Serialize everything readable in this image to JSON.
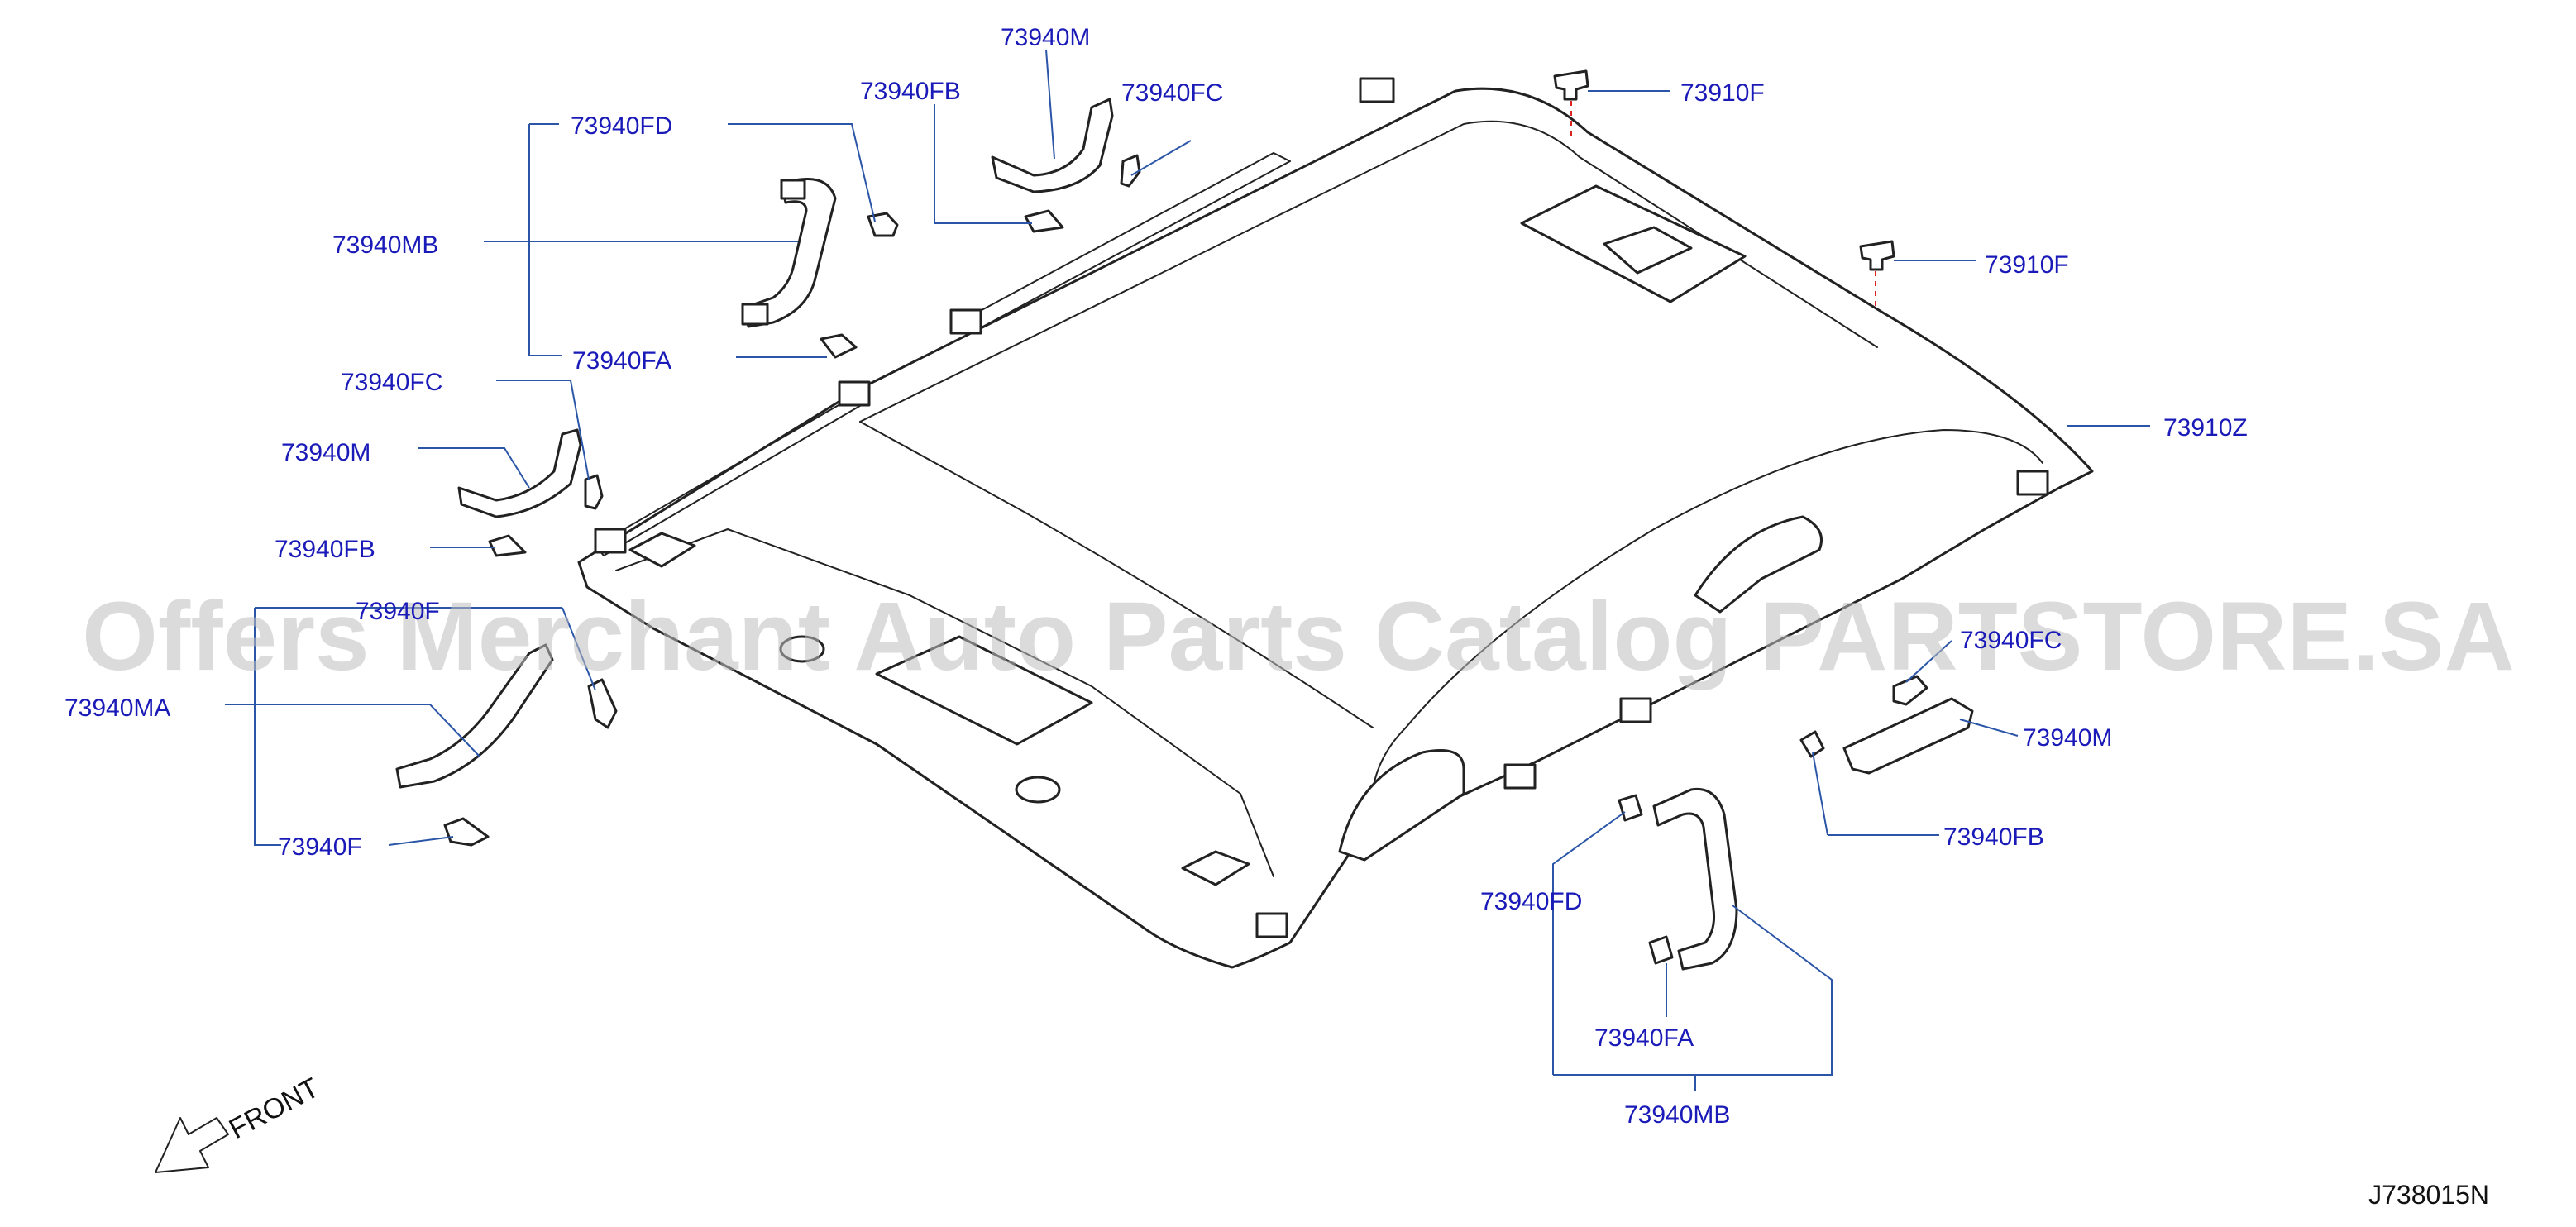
{
  "watermark": "Offers Merchant Auto Parts Catalog PARTSTORE.SA",
  "diagram_code": "J738015N",
  "front_label": "FRONT",
  "labels": {
    "l1": "73940M",
    "l2": "73940FB",
    "l3": "73940FC",
    "l4": "73940FD",
    "l5": "73940MB",
    "l6": "73940FA",
    "l7": "73910F",
    "l8": "73910F",
    "l9": "73910Z",
    "l10": "73940FC",
    "l11": "73940M",
    "l12": "73940FB",
    "l13": "73940F",
    "l14": "73940MA",
    "l15": "73940F",
    "l16": "73940FC",
    "l17": "73940M",
    "l18": "73940FB",
    "l19": "73940FD",
    "l20": "73940FA",
    "l21": "73940MB"
  }
}
